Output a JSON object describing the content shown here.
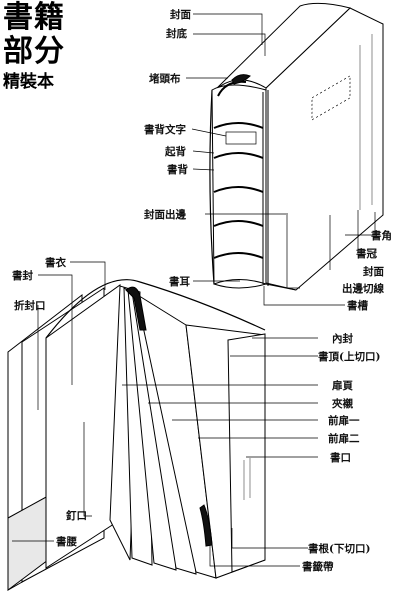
{
  "title": {
    "line1": "書籍",
    "line2": "部分",
    "line3": "精裝本"
  },
  "labels": {
    "cover_front": "封面",
    "cover_back": "封底",
    "headband": "堵頭布",
    "spine_title": "書背文字",
    "raised_band": "起背",
    "spine": "書背",
    "cover_overhang": "封面出邊",
    "joint": "書耳",
    "corner": "書角",
    "crown": "書冠",
    "cover_edge": "封面",
    "trim_line": "出邊切線",
    "groove": "書槽",
    "dust_jacket": "書衣",
    "jacket_cover": "書封",
    "flap": "折封口",
    "inner_board": "內封",
    "head": "書頂(上切口)",
    "endpaper": "扉頁",
    "tipped_insert": "夾襯",
    "front_leaf_1": "前扉一",
    "front_leaf_2": "前扉二",
    "fore_edge": "書口",
    "gutter": "釘口",
    "book_band": "書腰",
    "tail": "書根(下切口)",
    "ribbon": "書籤帶"
  }
}
